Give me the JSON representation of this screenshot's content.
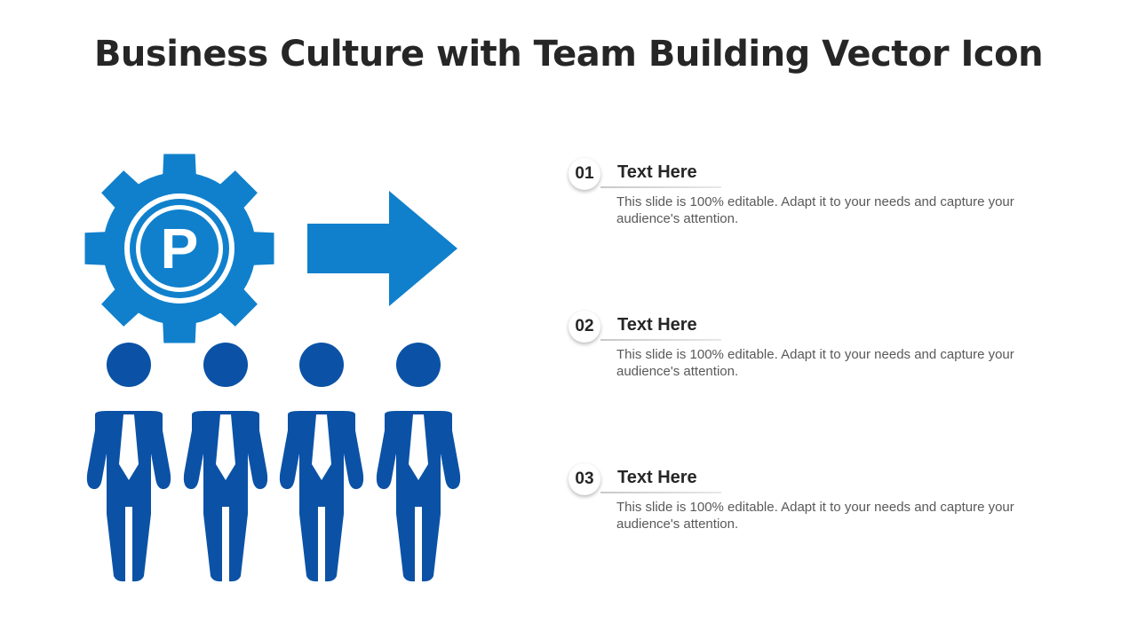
{
  "slide": {
    "title": "Business Culture with Team Building Vector Icon"
  },
  "illustration": {
    "gear_letter": "P",
    "gear_color": "#1080CC",
    "arrow_color": "#1080CC",
    "people_color": "#0B52A6",
    "people_count": 4
  },
  "items": [
    {
      "number": "01",
      "title": "Text Here",
      "description": "This slide is 100% editable. Adapt it to your needs and capture your audience's attention."
    },
    {
      "number": "02",
      "title": "Text Here",
      "description": "This slide is 100% editable. Adapt it to your needs and capture your audience's attention."
    },
    {
      "number": "03",
      "title": "Text Here",
      "description": "This slide is 100% editable. Adapt it to your needs and capture your audience's attention."
    }
  ]
}
